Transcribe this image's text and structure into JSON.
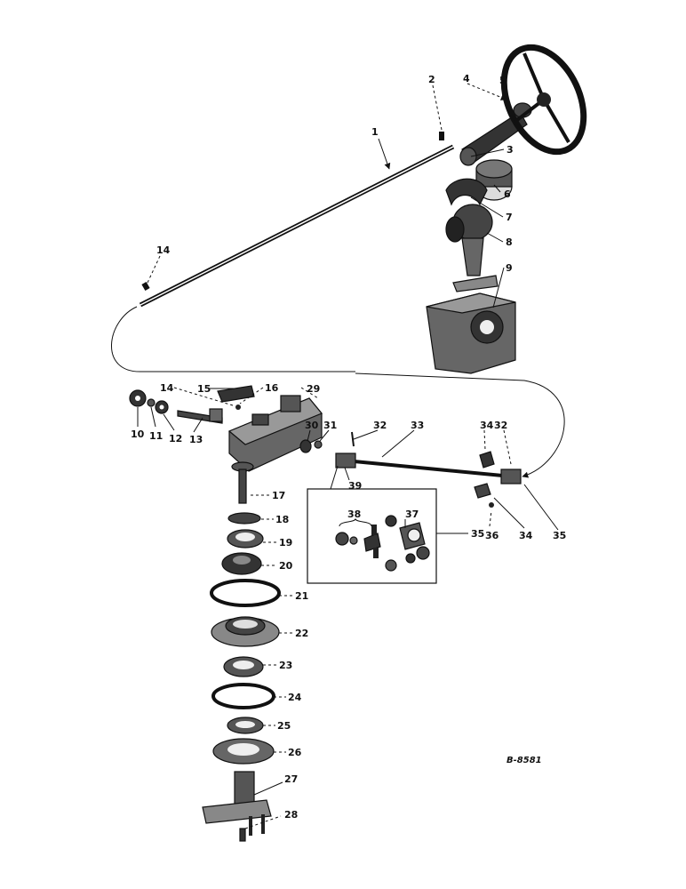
{
  "drawing_ref": "B-8581",
  "callouts": [
    "1",
    "2",
    "3",
    "4",
    "5",
    "6",
    "7",
    "8",
    "9",
    "10",
    "11",
    "12",
    "13",
    "14",
    "14",
    "15",
    "16",
    "17",
    "18",
    "19",
    "20",
    "21",
    "22",
    "23",
    "24",
    "25",
    "26",
    "27",
    "28",
    "29",
    "30",
    "31",
    "32",
    "32",
    "33",
    "34",
    "34",
    "35",
    "35",
    "36",
    "37",
    "38",
    "39"
  ]
}
